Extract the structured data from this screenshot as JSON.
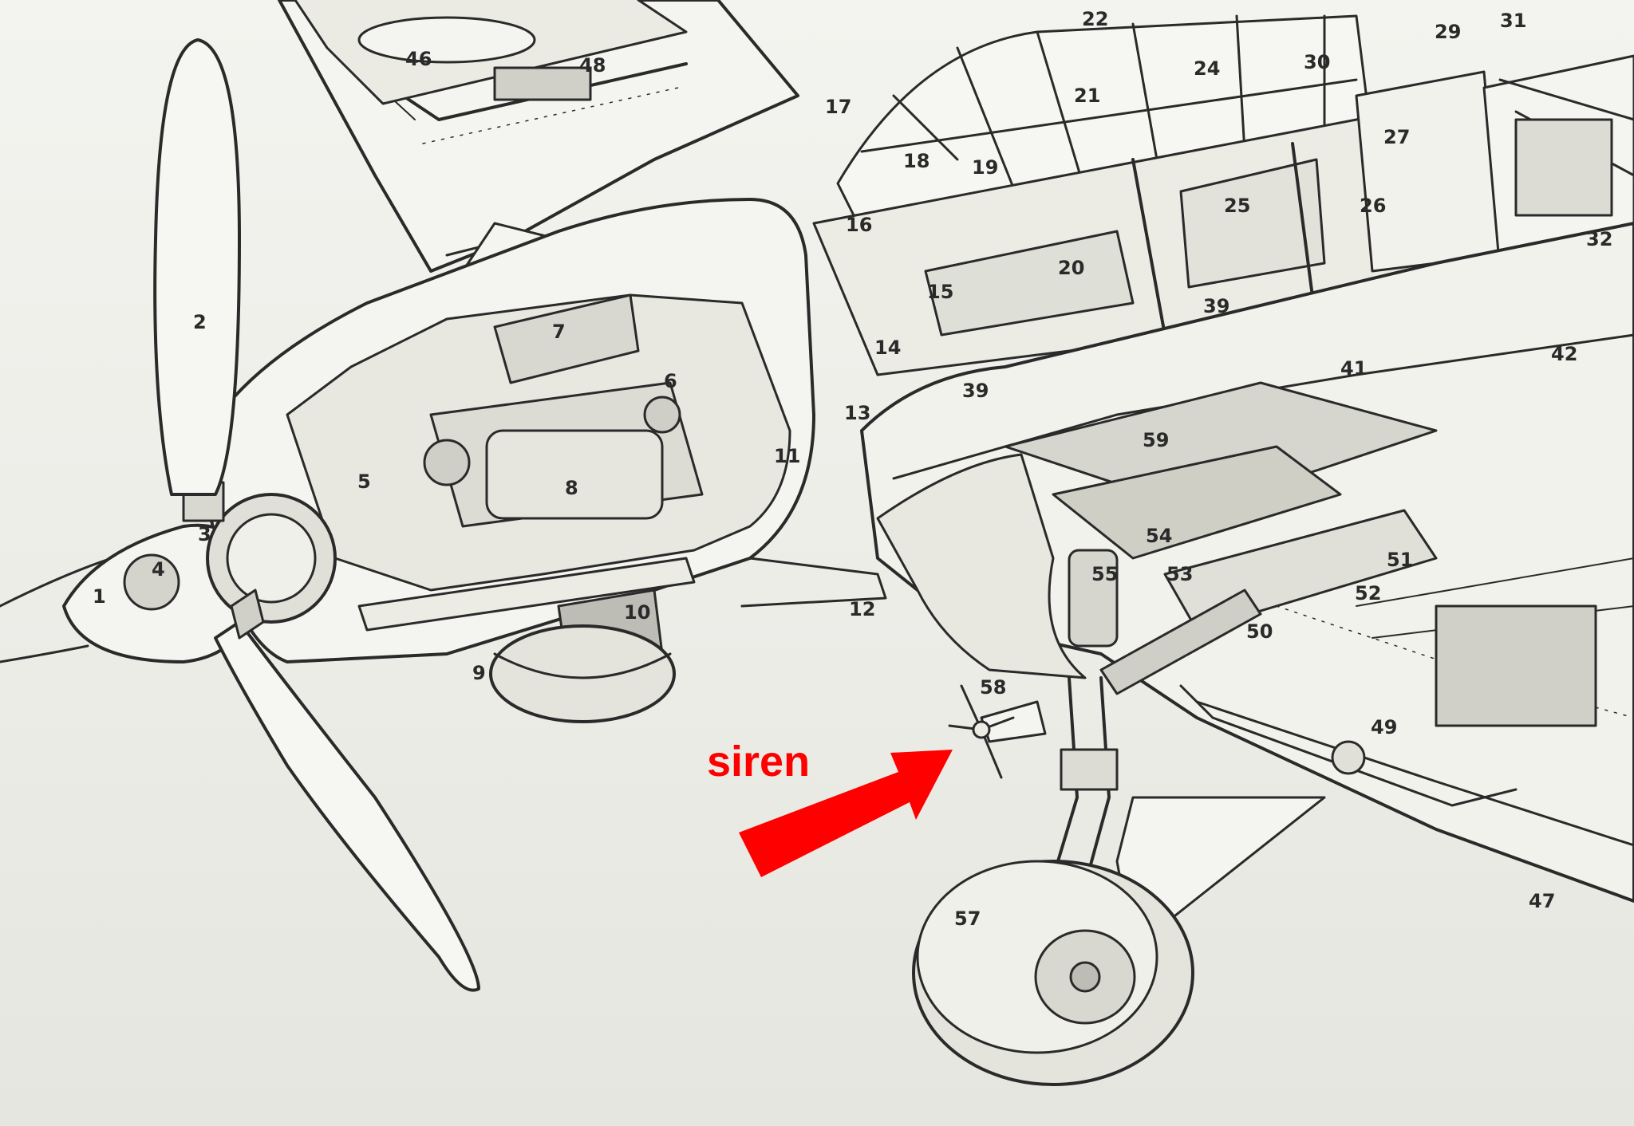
{
  "annotation": {
    "text": "siren",
    "color": "#ff0000"
  },
  "ink_color": "#2a2a2a",
  "paper_color": "#efefea",
  "part_numbers": [
    "1",
    "2",
    "3",
    "4",
    "5",
    "6",
    "7",
    "8",
    "9",
    "10",
    "11",
    "12",
    "13",
    "14",
    "15",
    "16",
    "17",
    "18",
    "19",
    "20",
    "21",
    "22",
    "24",
    "25",
    "26",
    "27",
    "29",
    "30",
    "31",
    "32",
    "39",
    "39",
    "41",
    "42",
    "46",
    "47",
    "48",
    "49",
    "50",
    "51",
    "52",
    "53",
    "54",
    "55",
    "57",
    "58",
    "59"
  ]
}
